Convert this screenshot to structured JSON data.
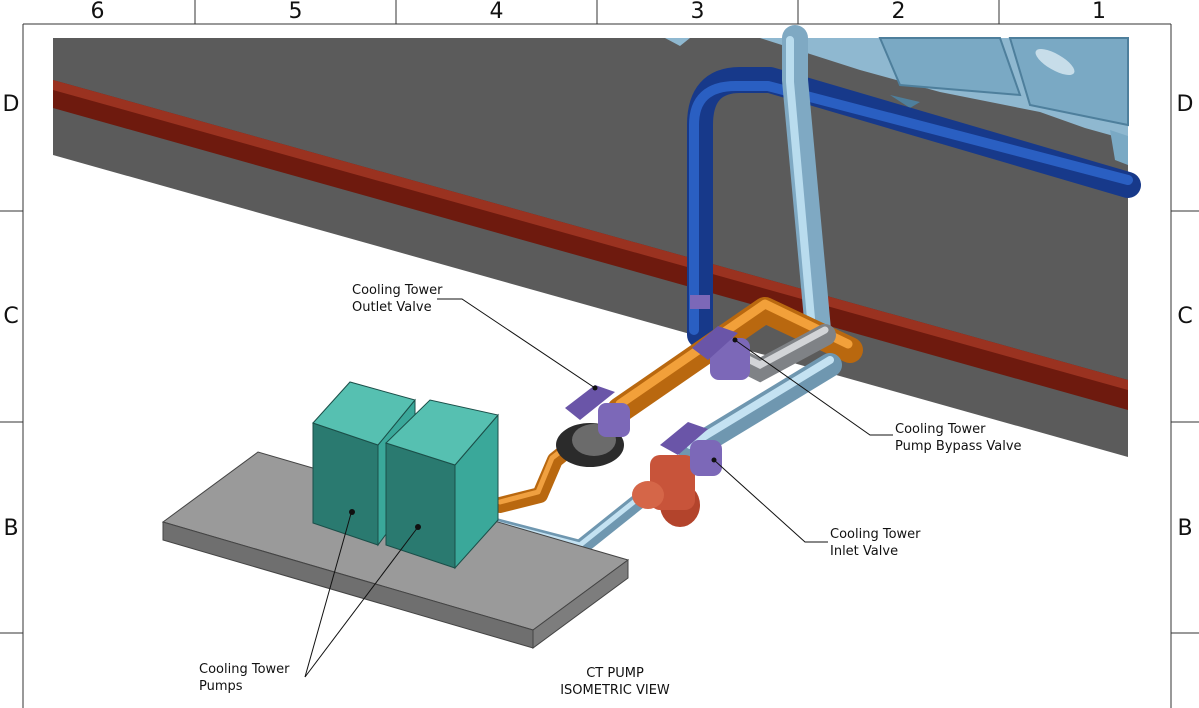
{
  "border": {
    "columns": [
      "6",
      "5",
      "4",
      "3",
      "2",
      "1"
    ],
    "rows": [
      "D",
      "C",
      "B"
    ]
  },
  "callouts": {
    "outlet_valve": {
      "line1": "Cooling Tower",
      "line2": "Outlet Valve"
    },
    "bypass_valve": {
      "line1": "Cooling Tower",
      "line2": "Pump Bypass Valve"
    },
    "inlet_valve": {
      "line1": "Cooling Tower",
      "line2": "Inlet Valve"
    },
    "pumps": {
      "line1": "Cooling Tower",
      "line2": "Pumps"
    }
  },
  "view_title": {
    "line1": "CT PUMP",
    "line2": "ISOMETRIC VIEW"
  },
  "colors": {
    "wall": "#5a5a5a",
    "red_pipe": "#7a1c10",
    "dark_blue_pipe": "#1f4fa8",
    "light_blue_pipe": "#a6cde3",
    "orange_pipe": "#e08a1c",
    "grey_pipe": "#b9bcc0",
    "valve_purple": "#8e7bc9",
    "pump_teal": "#3aa89a",
    "base_grey": "#8e8e8e",
    "inlet_valve_red": "#c8543a"
  }
}
